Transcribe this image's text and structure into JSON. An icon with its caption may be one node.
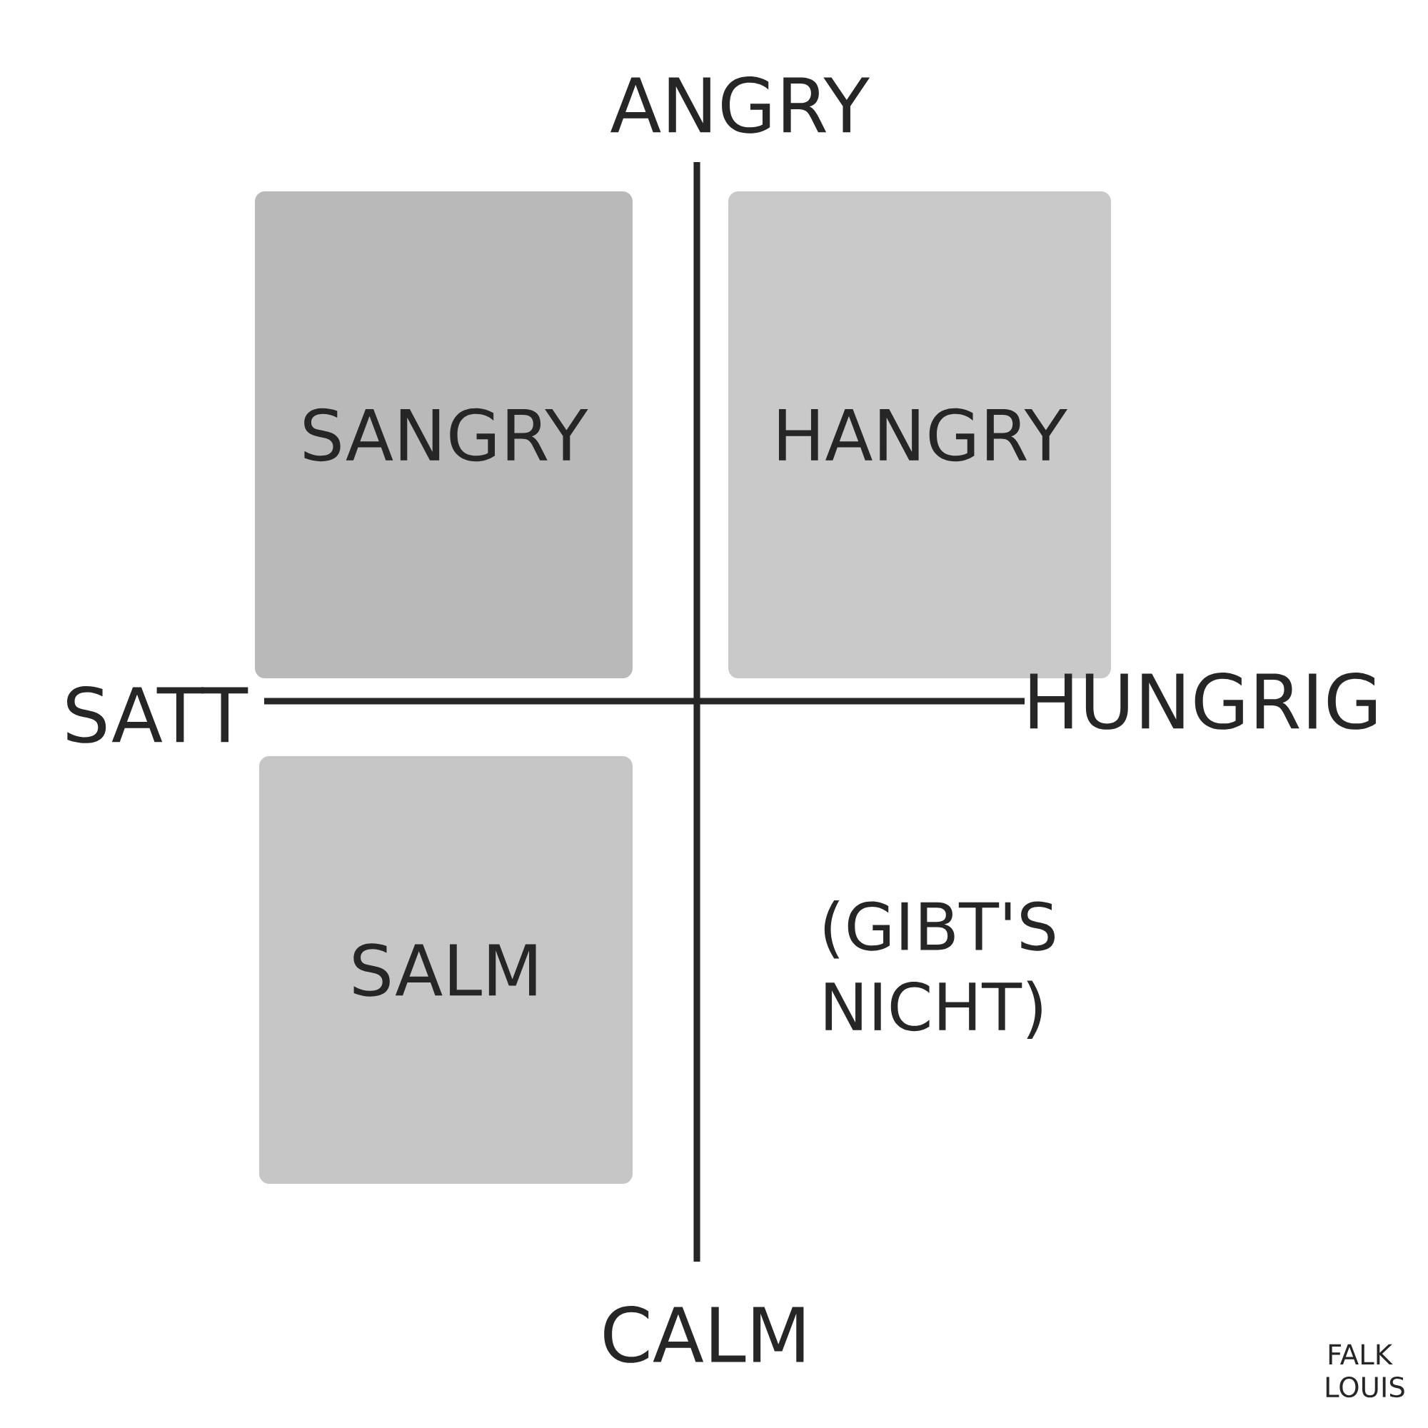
{
  "diagram": {
    "nodes": [
      {
        "text": [
          "SANGRY"
        ]
      },
      {
        "text": [
          "HANGRY"
        ]
      },
      {
        "text": [
          "SALM"
        ]
      }
    ],
    "edges": [],
    "labels": [
      "ANGRY",
      "SATT",
      "HUNGRIG",
      "(GIBT'S NICHT)",
      "CALM",
      "FALK LOUIS"
    ]
  }
}
